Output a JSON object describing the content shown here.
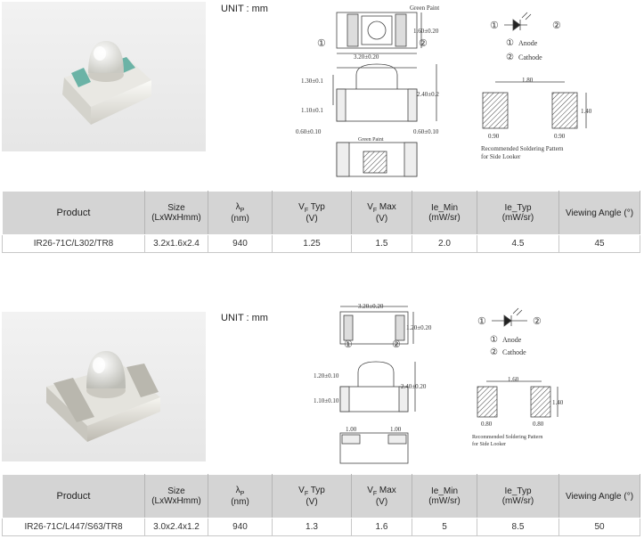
{
  "section1": {
    "unit_label": "UNIT : mm",
    "dims": {
      "green_paint": "Green Paint",
      "d_160": "1.60±0.20",
      "d_320": "3.20±0.20",
      "d_130": "1.30±0.1",
      "d_110": "1.10±0.1",
      "d_240": "2.40±0.2",
      "d_060_left": "0.60±0.10",
      "d_060_right": "0.60±0.10",
      "green_paint_bottom": "Green Paint",
      "pad_180": "1.80",
      "pad_140": "1.40",
      "pad_090_left": "0.90",
      "pad_090_right": "0.90"
    },
    "legend": {
      "marker_1": "①",
      "marker_2": "②",
      "anode": "Anode",
      "cathode": "Cathode",
      "pattern_line1": "Recommended Soldering Pattern",
      "pattern_line2": "for Side Looker"
    },
    "table": {
      "headers": {
        "product": "Product",
        "size": "Size",
        "size_unit": "(LxWxHmm)",
        "lambda": "λ",
        "lambda_sub": "P",
        "lambda_unit": "(nm)",
        "vf_typ": "V",
        "vf_typ_sub": "F",
        "vf_typ_label": " Typ",
        "vf_typ_unit": "(V)",
        "vf_max": "V",
        "vf_max_sub": "F",
        "vf_max_label": " Max",
        "vf_max_unit": "(V)",
        "ie_min": "Ie_Min",
        "ie_min_unit": "(mW/sr)",
        "ie_typ": "Ie_Typ",
        "ie_typ_unit": "(mW/sr)",
        "viewing": "Viewing Angle (°)"
      },
      "row": {
        "product": "IR26-71C/L302/TR8",
        "size": "3.2x1.6x2.4",
        "lambda": "940",
        "vf_typ": "1.25",
        "vf_max": "1.5",
        "ie_min": "2.0",
        "ie_typ": "4.5",
        "viewing": "45"
      }
    }
  },
  "section2": {
    "unit_label": "UNIT : mm",
    "dims": {
      "d_320": "3.20±0.20",
      "d_120": "1.20±0.20",
      "d_120b": "1.20±0.10",
      "d_110": "1.10±0.10",
      "d_240": "2.40±0.20",
      "d_100_left": "1.00",
      "d_100_right": "1.00",
      "pad_160": "1.60",
      "pad_140": "1.40",
      "pad_080_left": "0.80",
      "pad_080_right": "0.80"
    },
    "legend": {
      "marker_1": "①",
      "marker_2": "②",
      "anode": "Anode",
      "cathode": "Cathode",
      "pattern_line1": "Recommended Soldering Pattern",
      "pattern_line2": "for Side Looker"
    },
    "table": {
      "headers": {
        "product": "Product",
        "size": "Size",
        "size_unit": "(LxWxHmm)",
        "lambda": "λ",
        "lambda_sub": "P",
        "lambda_unit": "(nm)",
        "vf_typ": "V",
        "vf_typ_sub": "F",
        "vf_typ_label": " Typ",
        "vf_typ_unit": "(V)",
        "vf_max": "V",
        "vf_max_sub": "F",
        "vf_max_label": " Max",
        "vf_max_unit": "(V)",
        "ie_min": "Ie_Min",
        "ie_min_unit": "(mW/sr)",
        "ie_typ": "Ie_Typ",
        "ie_typ_unit": "(mW/sr)",
        "viewing": "Viewing Angle (°)"
      },
      "row": {
        "product": "IR26-71C/L447/S63/TR8",
        "size": "3.0x2.4x1.2",
        "lambda": "940",
        "vf_typ": "1.3",
        "vf_max": "1.6",
        "ie_min": "5",
        "ie_typ": "8.5",
        "viewing": "50"
      }
    }
  }
}
